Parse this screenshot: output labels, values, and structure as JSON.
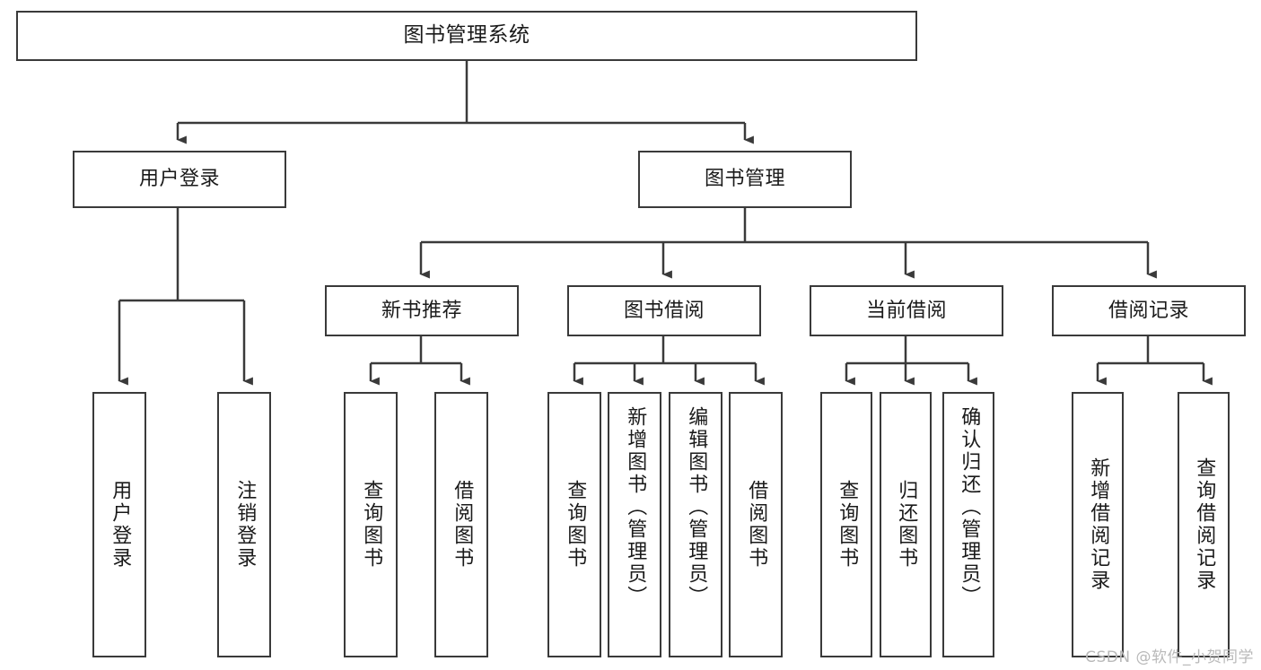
{
  "diagram": {
    "title": "图书管理系统",
    "type": "tree-hierarchy-diagram",
    "stroke_color": "#3a3a3a",
    "fill_color": "#ffffff",
    "text_color": "#1a1a1a"
  },
  "nodes": {
    "root": {
      "label": "图书管理系统"
    },
    "level2": [
      {
        "id": "user-login",
        "label": "用户登录"
      },
      {
        "id": "book-management",
        "label": "图书管理"
      }
    ],
    "level3": [
      {
        "id": "new-book-recommend",
        "label": "新书推荐"
      },
      {
        "id": "book-borrow",
        "label": "图书借阅"
      },
      {
        "id": "current-borrow",
        "label": "当前借阅"
      },
      {
        "id": "borrow-record",
        "label": "借阅记录"
      }
    ],
    "leaves": [
      {
        "id": "leaf-user-login",
        "label": "用户登录"
      },
      {
        "id": "leaf-logout",
        "label": "注销登录"
      },
      {
        "id": "leaf-query-book-1",
        "label": "查询图书"
      },
      {
        "id": "leaf-borrow-book-1",
        "label": "借阅图书"
      },
      {
        "id": "leaf-query-book-2",
        "label": "查询图书"
      },
      {
        "id": "leaf-add-book",
        "label": "新增图书（管理员）"
      },
      {
        "id": "leaf-edit-book",
        "label": "编辑图书（管理员）"
      },
      {
        "id": "leaf-borrow-book-2",
        "label": "借阅图书"
      },
      {
        "id": "leaf-query-book-3",
        "label": "查询图书"
      },
      {
        "id": "leaf-return-book",
        "label": "归还图书"
      },
      {
        "id": "leaf-confirm-return",
        "label": "确认归还（管理员）"
      },
      {
        "id": "leaf-add-record",
        "label": "新增借阅记录"
      },
      {
        "id": "leaf-query-record",
        "label": "查询借阅记录"
      }
    ]
  },
  "watermark": {
    "text": "CSDN @软件_小贺同学"
  }
}
